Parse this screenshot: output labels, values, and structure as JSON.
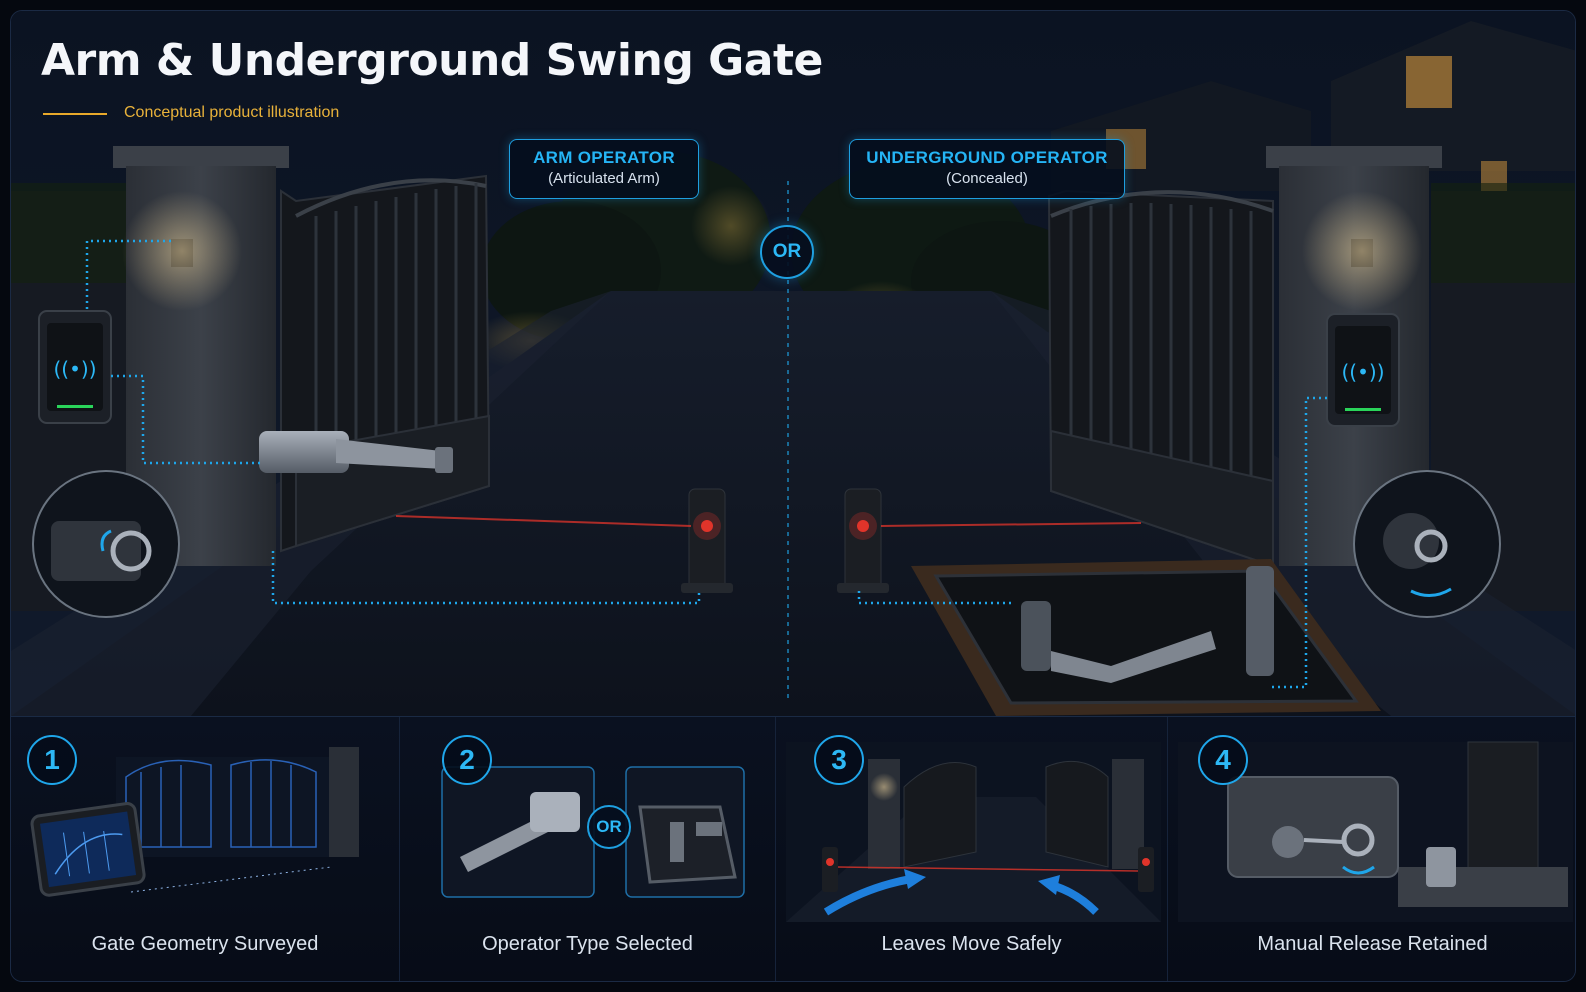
{
  "header": {
    "title": "Arm & Underground Swing Gate",
    "subtitle": "Conceptual product illustration"
  },
  "operators": {
    "arm": {
      "title": "ARM OPERATOR",
      "subtitle": "(Articulated Arm)"
    },
    "underground": {
      "title": "UNDERGROUND OPERATOR",
      "subtitle": "(Concealed)"
    },
    "divider": "OR"
  },
  "steps": [
    {
      "number": "1",
      "caption": "Gate Geometry Surveyed"
    },
    {
      "number": "2",
      "caption": "Operator Type Selected",
      "divider": "OR"
    },
    {
      "number": "3",
      "caption": "Leaves Move Safely"
    },
    {
      "number": "4",
      "caption": "Manual Release Retained"
    }
  ],
  "colors": {
    "accent": "#1e9fe0",
    "accent_text": "#2cb8f6",
    "subtitle": "#e9b23a",
    "beam": "#e0342a",
    "status_led": "#2ad45a"
  },
  "icons": [
    "rfid-wave-icon",
    "key-icon",
    "rotate-arrow-icon",
    "tablet-blueprint-icon",
    "direction-arrow-icon"
  ]
}
